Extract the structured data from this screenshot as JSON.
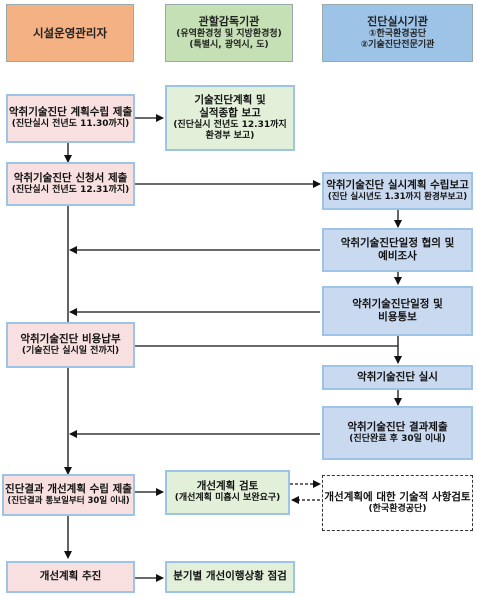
{
  "headers": {
    "manager": {
      "title": "시설운영관리자"
    },
    "supervisor": {
      "title": "관할감독기관",
      "line1": "(유역환경청 및 지방환경청)",
      "line2": "(특별시, 광역시, 도)"
    },
    "inspector": {
      "title": "진단실시기관",
      "line1": "①한국환경공단",
      "line2": "②기술진단전문기관"
    }
  },
  "boxes": {
    "plan_submit": {
      "main": "악취기술진단 계획수립 제출",
      "sub": "(진단실시 전년도 11.30까지)"
    },
    "plan_report": {
      "line1": "기술진단계획 및",
      "line2": "실적종합 보고",
      "sub1": "(진단실시 전년도 12.31까지",
      "sub2": "환경부 보고)"
    },
    "apply_submit": {
      "main": "악취기술진단 신청서 제출",
      "sub": "(진단실시 전년도 12.31까지)"
    },
    "exec_plan": {
      "main": "악취기술진단 실시계획 수립보고",
      "sub": "(진단 실시년도 1.31까지 환경부보고)"
    },
    "schedule_consult": {
      "line1": "악취기술진단일정 협의 및",
      "line2": "예비조사"
    },
    "schedule_notice": {
      "line1": "악취기술진단일정 및",
      "line2": "비용통보"
    },
    "fee_payment": {
      "main": "악취기술진단 비용납부",
      "sub": "(기술진단 실시일 전까지)"
    },
    "diagnosis_run": {
      "main": "악취기술진단 실시"
    },
    "result_submit": {
      "main": "악취기술진단 결과제출",
      "sub": "(진단완료 후 30일 이내)"
    },
    "improve_plan": {
      "main": "진단결과 개선계획 수립 제출",
      "sub": "(진단결과 통보일부터 30일 이내)"
    },
    "improve_review": {
      "main": "개선계획 검토",
      "sub": "(개선계획 미흡시 보완요구)"
    },
    "tech_review": {
      "main": "개선계획에 대한 기술적 사항검토",
      "sub": "(한국환경공단)"
    },
    "improve_exec": {
      "main": "개선계획 추진"
    },
    "quarter_check": {
      "main": "분기별 개선이행상황 점검"
    }
  },
  "colors": {
    "manager_header": "#f4b183",
    "supervisor_header": "#c5e0b4",
    "inspector_header": "#9dc3e6",
    "box_border": "#9dc3e6"
  }
}
